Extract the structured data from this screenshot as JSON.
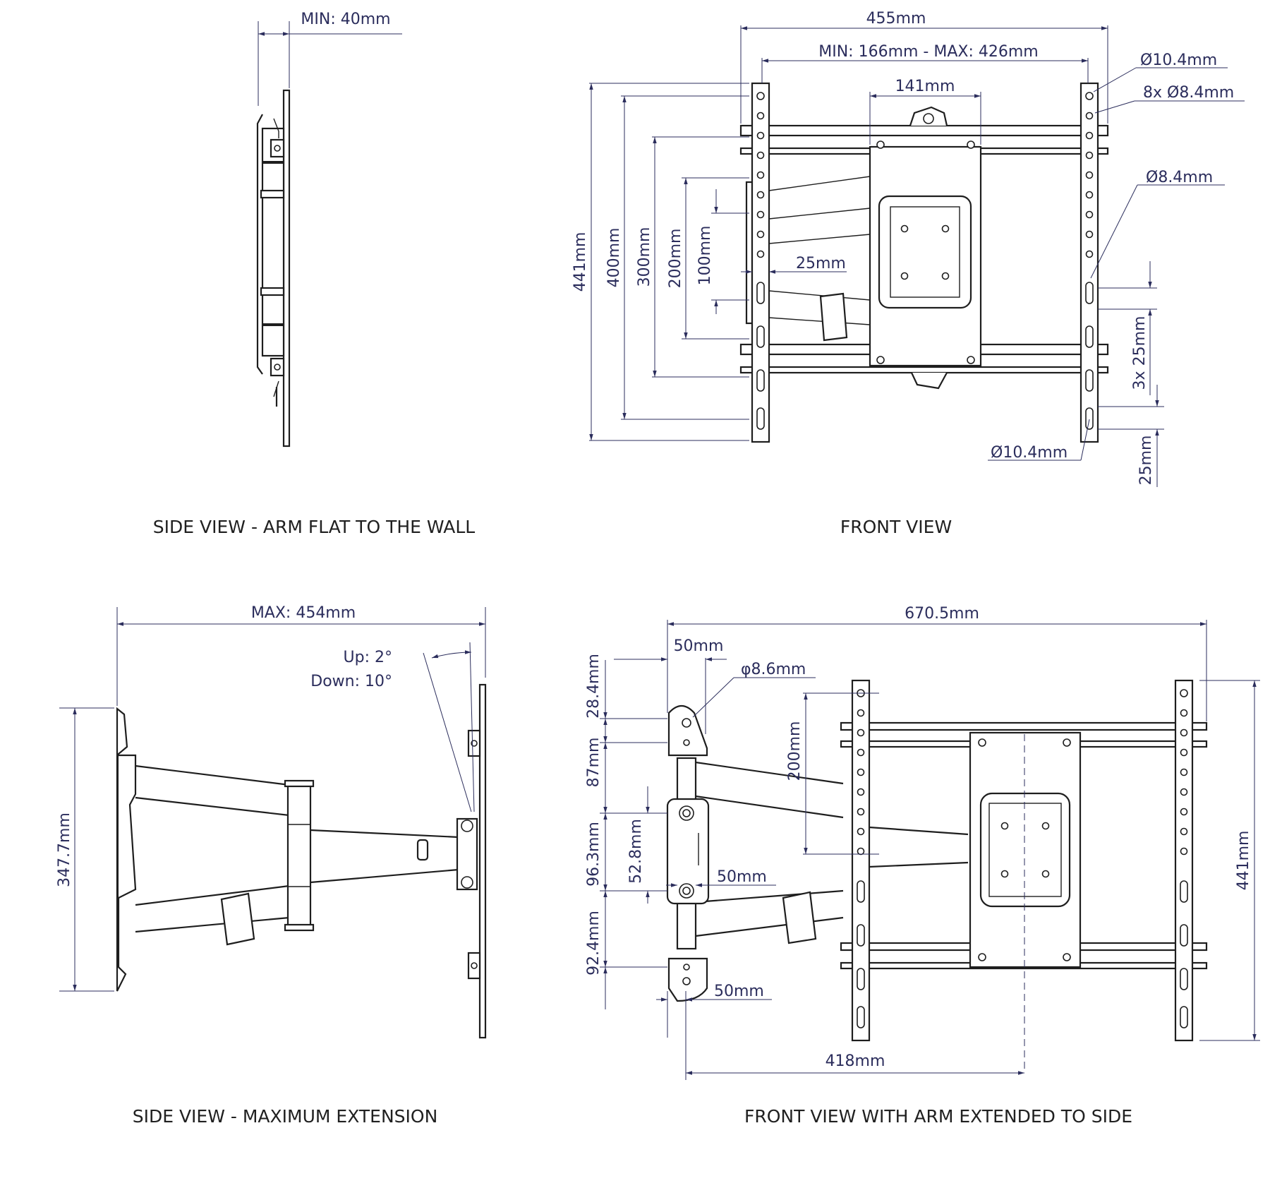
{
  "views": {
    "side_flat": {
      "caption": "SIDE VIEW - ARM FLAT TO THE WALL",
      "dims": {
        "depth_min": "MIN: 40mm"
      }
    },
    "front": {
      "caption": "FRONT VIEW",
      "dims": {
        "overall_width": "455mm",
        "vesa_range": "MIN: 166mm - MAX: 426mm",
        "plate_width": "141mm",
        "top_hole_dia": "Ø10.4mm",
        "holes_count_dia": "8x Ø8.4mm",
        "slot_dia": "Ø8.4mm",
        "height_441": "441mm",
        "height_400": "400mm",
        "height_300": "300mm",
        "height_200": "200mm",
        "height_100": "100mm",
        "offset_25": "25mm",
        "slots_spacing": "3x 25mm",
        "bottom_hole_dia": "Ø10.4mm",
        "bottom_25": "25mm"
      }
    },
    "side_extended": {
      "caption": "SIDE VIEW - MAXIMUM EXTENSION",
      "dims": {
        "max_extension": "MAX: 454mm",
        "tilt_up": "Up: 2°",
        "tilt_down": "Down: 10°",
        "height": "347.7mm"
      }
    },
    "front_extended": {
      "caption": "FRONT VIEW WITH ARM EXTENDED TO SIDE",
      "dims": {
        "overall_width": "670.5mm",
        "bracket_offset_top": "50mm",
        "hole_dia": "φ8.6mm",
        "h_28_4": "28.4mm",
        "h_200": "200mm",
        "h_87": "87mm",
        "h_52_8": "52.8mm",
        "h_96_3": "96.3mm",
        "offset_mid": "50mm",
        "h_92_4": "92.4mm",
        "offset_bottom": "50mm",
        "span_418": "418mm",
        "height_441": "441mm"
      }
    }
  },
  "colors": {
    "dimension_text": "#2b2d5c",
    "line": "#1e1e1e",
    "background": "#ffffff"
  }
}
